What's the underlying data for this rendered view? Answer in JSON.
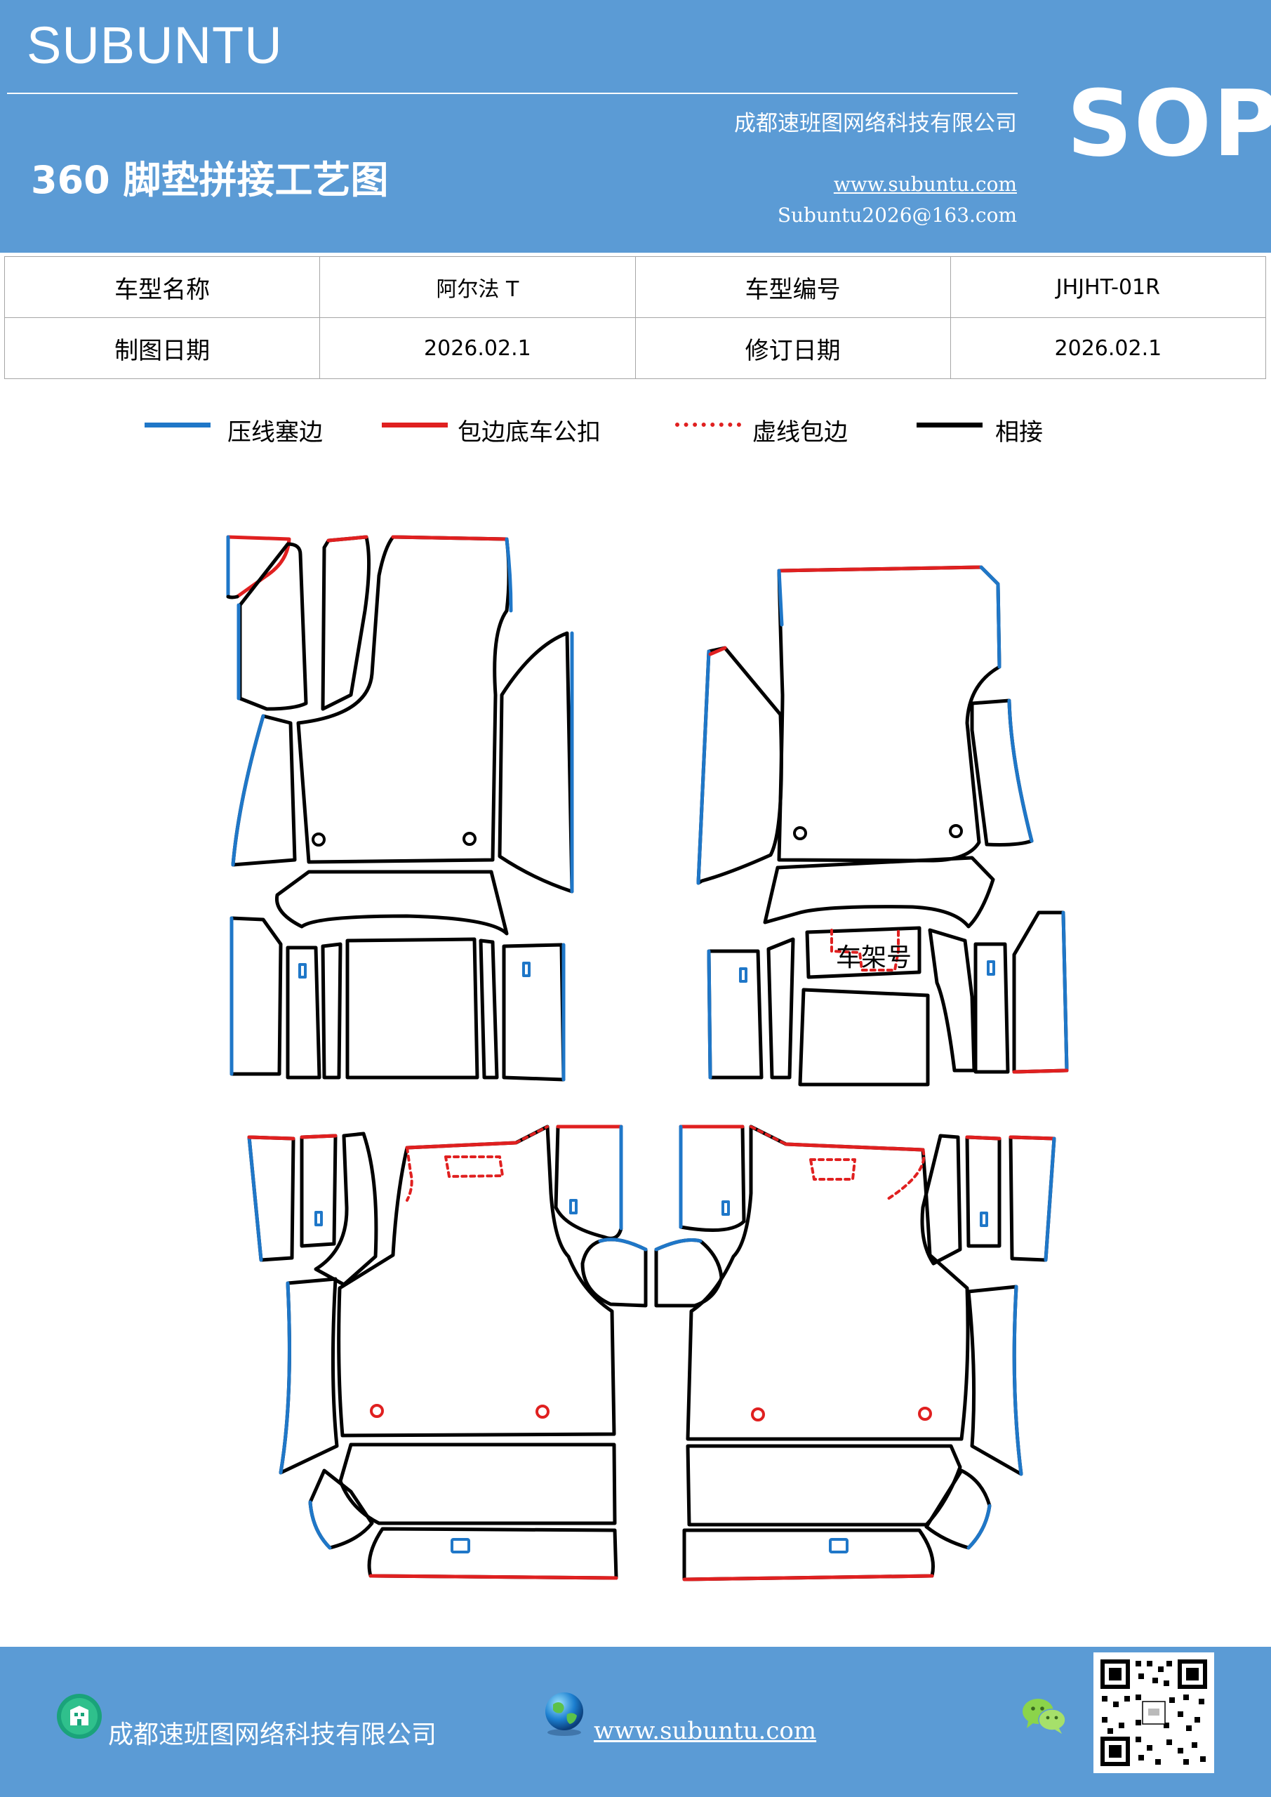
{
  "header": {
    "brand": "SUBUNTU",
    "company": "成都速班图网络科技有限公司",
    "title": "360 脚垫拼接工艺图",
    "website": "www.subuntu.com",
    "email": "Subuntu2026@163.com",
    "badge": "SOP"
  },
  "info_table": {
    "rows": [
      {
        "label1": "车型名称",
        "value1": "阿尔法 T",
        "label2": "车型编号",
        "value2": "JHJHT-01R"
      },
      {
        "label1": "制图日期",
        "value1": "2026.02.1",
        "label2": "修订日期",
        "value2": "2026.02.1"
      }
    ]
  },
  "legend": {
    "items": [
      {
        "label": "压线塞边",
        "color": "#1f77c8",
        "style": "solid"
      },
      {
        "label": "包边底车公扣",
        "color": "#e02020",
        "style": "solid"
      },
      {
        "label": "虚线包边",
        "color": "#e02020",
        "style": "dotted"
      },
      {
        "label": "相接",
        "color": "#000000",
        "style": "solid"
      }
    ]
  },
  "diagram": {
    "vin_label": "车架号"
  },
  "footer": {
    "company": "成都速班图网络科技有限公司",
    "website": "www.subuntu.com"
  },
  "colors": {
    "brand_blue": "#5b9bd5",
    "press_line_blue": "#1f77c8",
    "edge_red": "#e02020"
  },
  "icons": [
    "building-icon",
    "globe-icon",
    "wechat-icon",
    "qr-code-icon"
  ]
}
